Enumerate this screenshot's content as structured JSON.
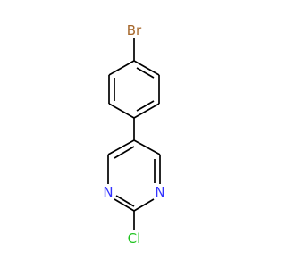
{
  "molecule": {
    "atoms": {
      "br": {
        "label": "Br",
        "color": "#a5662a"
      },
      "n1": {
        "label": "N",
        "color": "#3333ff"
      },
      "n2": {
        "label": "N",
        "color": "#3333ff"
      },
      "cl": {
        "label": "Cl",
        "color": "#1ec31e"
      }
    },
    "bond_color": "#000000"
  }
}
